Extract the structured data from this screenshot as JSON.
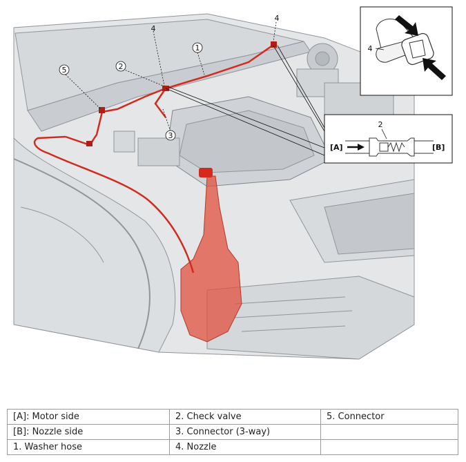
{
  "callouts": {
    "hose": "1",
    "valve": "2",
    "connector3": "3",
    "nozzle_a": "4",
    "nozzle_b": "4",
    "connector": "5",
    "inset_nozzle": "4",
    "inset_valve": "2"
  },
  "inset": {
    "side_a": "[A]",
    "side_b": "[B]"
  },
  "legend": {
    "rows": [
      [
        "[A]: Motor side",
        "2. Check valve",
        "5. Connector"
      ],
      [
        "[B]: Nozzle side",
        "3. Connector (3-way)",
        ""
      ],
      [
        "1. Washer hose",
        "4. Nozzle",
        ""
      ]
    ]
  },
  "colors": {
    "hose": "#d42a1e",
    "reservoir": "#e0503f",
    "line_art": "#9aa0a6",
    "body_fill": "#e4e6e8"
  }
}
